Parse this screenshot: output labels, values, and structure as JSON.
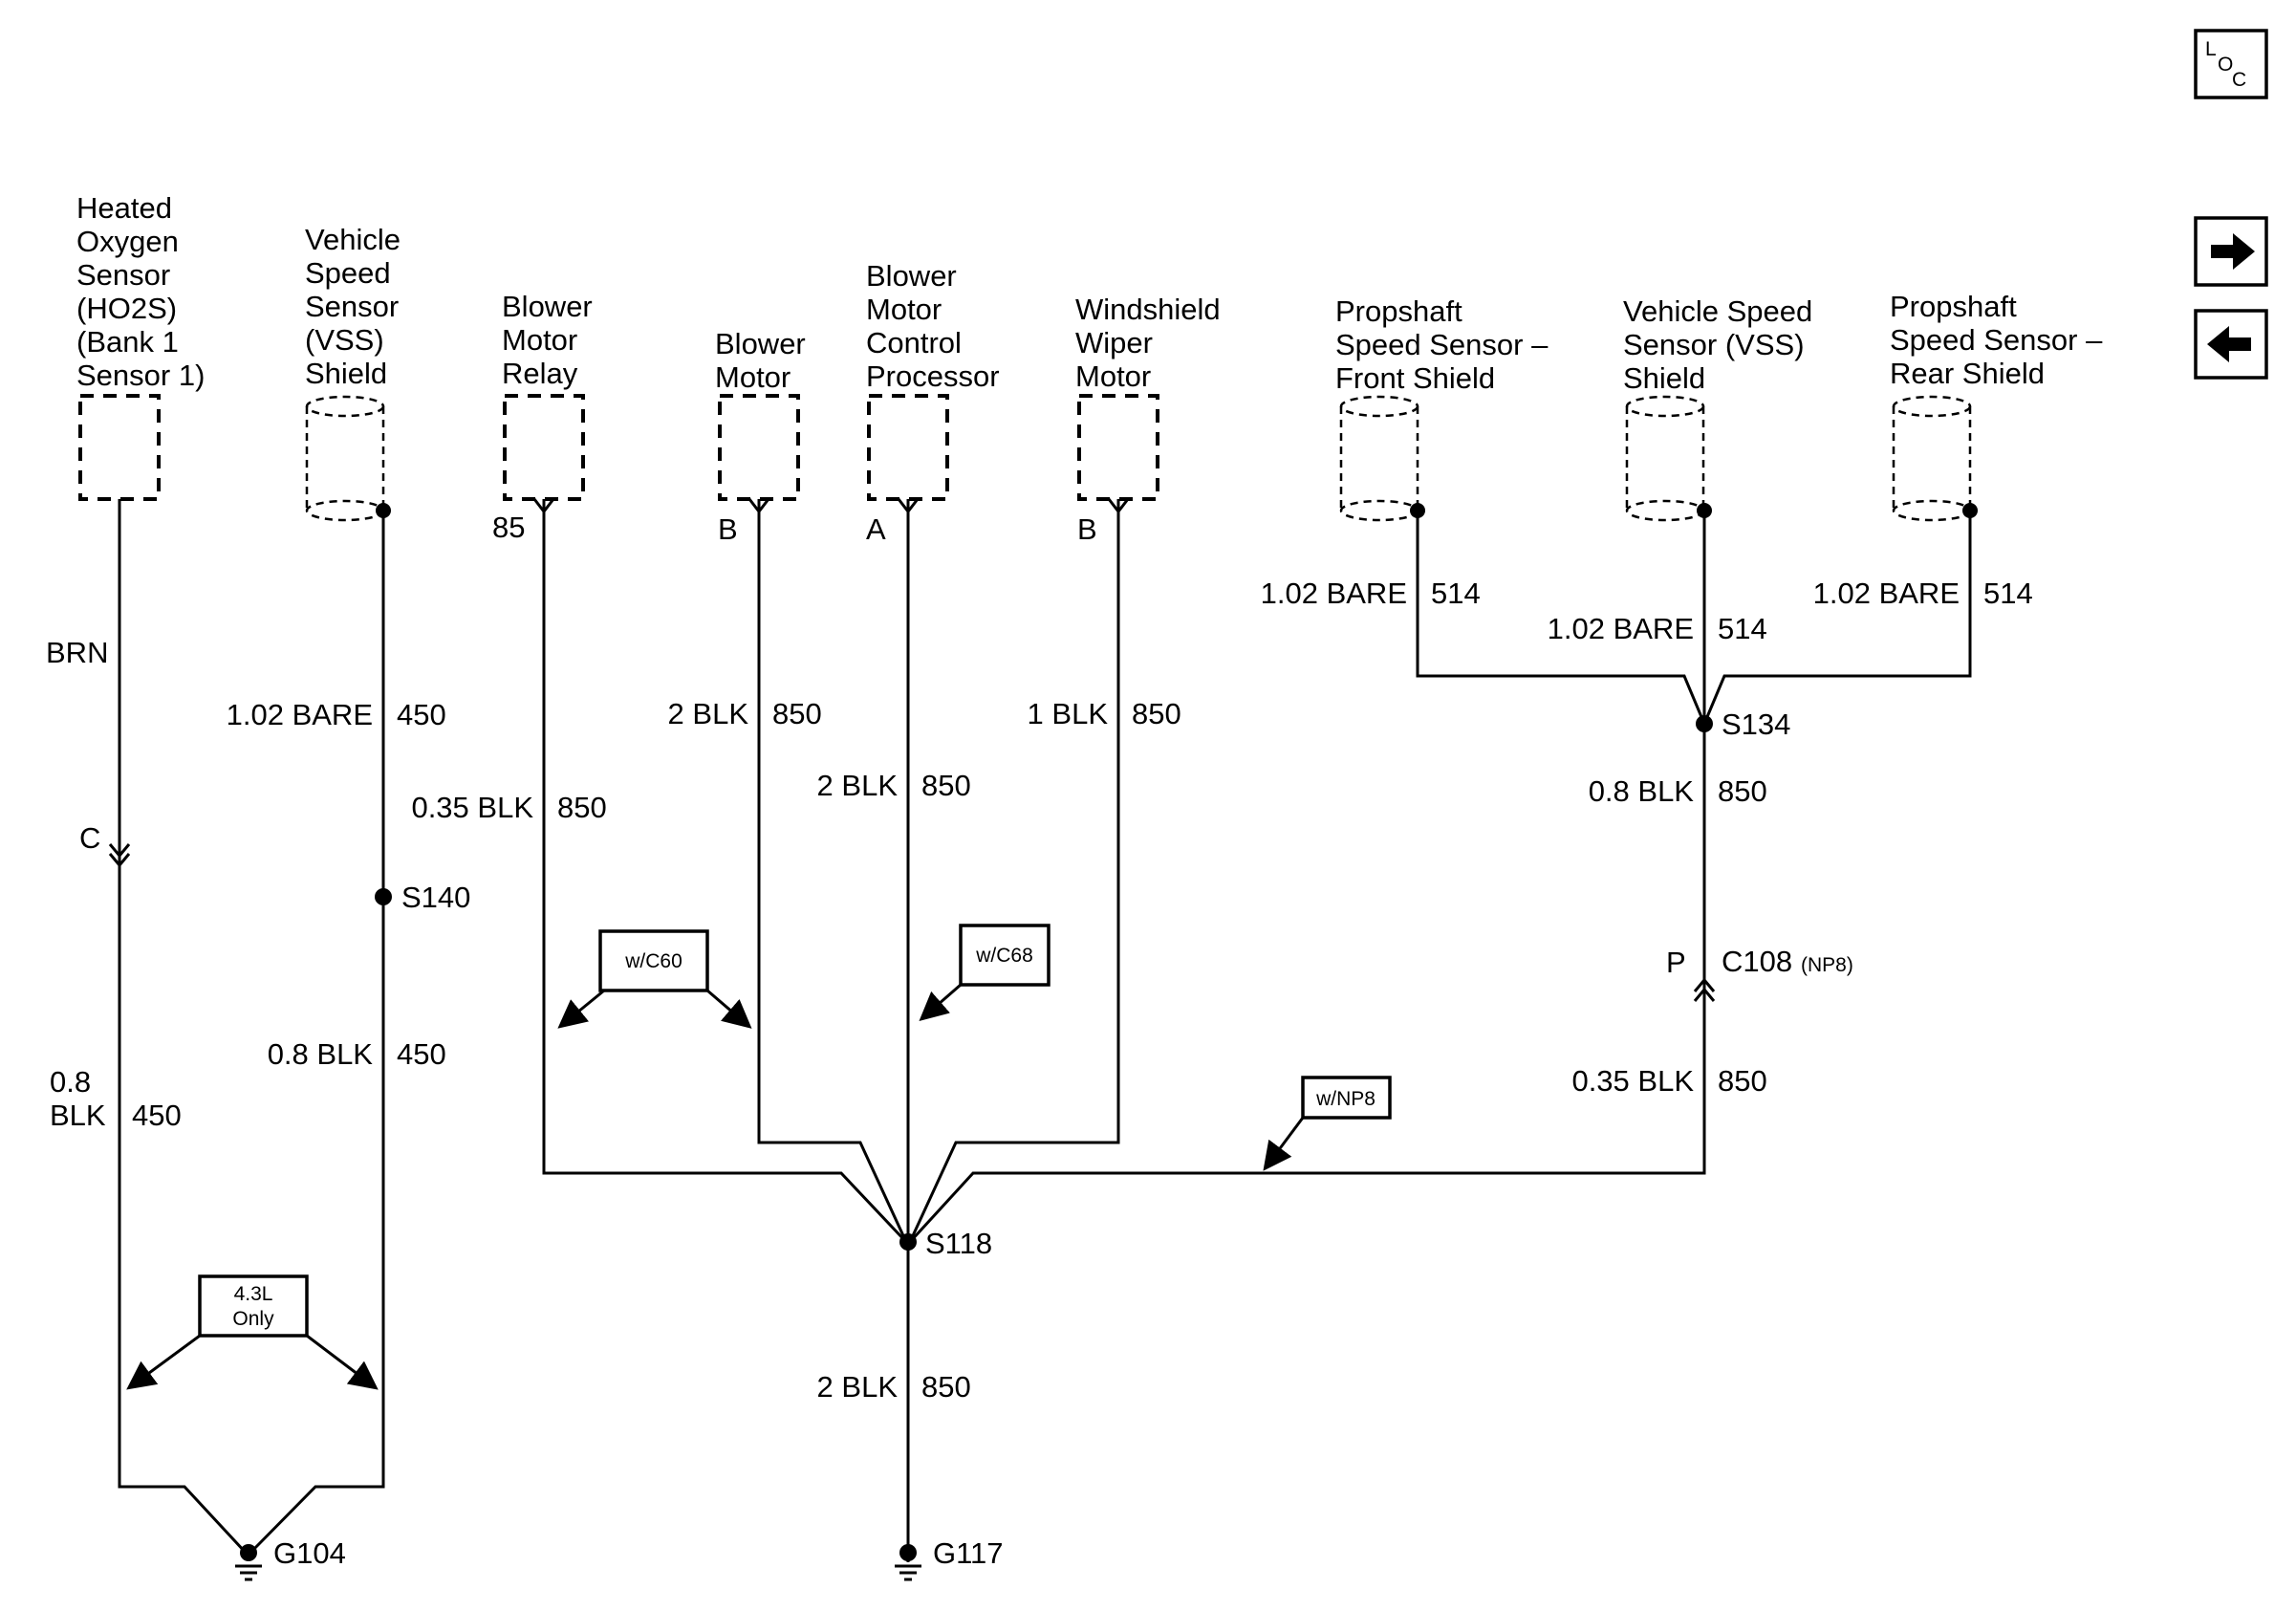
{
  "components": {
    "ho2s": [
      "Heated",
      "Oxygen",
      "Sensor",
      "(HO2S)",
      "(Bank 1",
      "Sensor 1)"
    ],
    "vss_shield": [
      "Vehicle",
      "Speed",
      "Sensor",
      "(VSS)",
      "Shield"
    ],
    "blower_relay": [
      "Blower",
      "Motor",
      "Relay"
    ],
    "blower_motor": [
      "Blower",
      "Motor"
    ],
    "blower_processor": [
      "Blower",
      "Motor",
      "Control",
      "Processor"
    ],
    "wiper_motor": [
      "Windshield",
      "Wiper",
      "Motor"
    ],
    "propshaft_front": [
      "Propshaft",
      "Speed Sensor –",
      "Front Shield"
    ],
    "vss_shield_right": [
      "Vehicle Speed",
      "Sensor (VSS)",
      "Shield"
    ],
    "propshaft_rear": [
      "Propshaft",
      "Speed Sensor –",
      "Rear Shield"
    ]
  },
  "pins": {
    "relay": "85",
    "blower_motor": "B",
    "processor": "A",
    "wiper": "B",
    "c_connector": "C",
    "p_connector": "P"
  },
  "wires": {
    "brn": "BRN",
    "vss_size": "1.02 BARE",
    "vss_circuit": "450",
    "relay_size": "0.35 BLK",
    "relay_circuit": "850",
    "motor_size": "2 BLK",
    "motor_circuit": "850",
    "processor_size": "2 BLK",
    "processor_circuit": "850",
    "wiper_size": "1 BLK",
    "wiper_circuit": "850",
    "ho2s_size_1": "0.8",
    "ho2s_size_2": "BLK",
    "ho2s_circuit": "450",
    "s140_size": "0.8 BLK",
    "s140_circuit": "450",
    "front_size": "1.02 BARE",
    "front_circuit": "514",
    "mid_size": "1.02 BARE",
    "mid_circuit": "514",
    "rear_size": "1.02 BARE",
    "rear_circuit": "514",
    "s134_size": "0.8 BLK",
    "s134_circuit": "850",
    "c108_size": "0.35 BLK",
    "c108_circuit": "850",
    "ground_size": "2 BLK",
    "ground_circuit": "850"
  },
  "splices": {
    "s140": "S140",
    "s118": "S118",
    "s134": "S134",
    "c108": "C108",
    "c108_note": "(NP8)"
  },
  "grounds": {
    "g104": "G104",
    "g117": "G117"
  },
  "notes": {
    "wc60": "w/C60",
    "wc68": "w/C68",
    "wnp8": "w/NP8",
    "engine_1": "4.3L",
    "engine_2": "Only"
  },
  "nav": {
    "loc_l": "L",
    "loc_o": "O",
    "loc_c": "C"
  }
}
